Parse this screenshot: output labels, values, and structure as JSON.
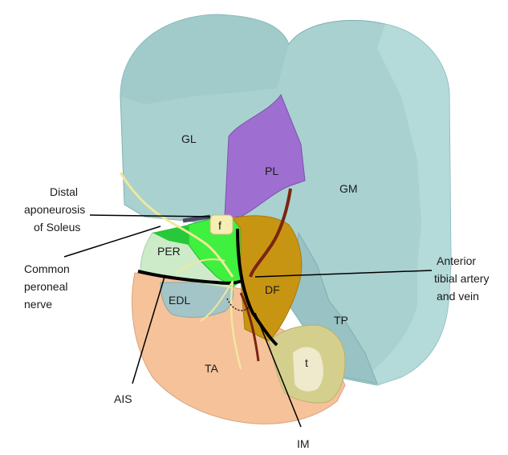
{
  "muscles": {
    "gl": "GL",
    "pl": "PL",
    "gm": "GM",
    "per": "PER",
    "f": "f",
    "df": "DF",
    "edl": "EDL",
    "tp": "TP",
    "ta": "TA",
    "t": "t"
  },
  "callouts": {
    "distal_aponeurosis": [
      "Distal",
      "aponeurosis",
      "of  Soleus"
    ],
    "common_peroneal": [
      "Common",
      "peroneal",
      "nerve"
    ],
    "anterior_tibial": [
      "Anterior",
      "tibial artery",
      "and vein"
    ],
    "ais": "AIS",
    "im": "IM"
  },
  "colors": {
    "back_block": "#a9d1d0",
    "back_block_dark": "#8fbcbc",
    "back_block_light": "#b9dedd",
    "pl": "#9e6fd0",
    "df": "#c89512",
    "per": "#cdebc9",
    "green": "#27c83a",
    "green_light": "#3ff03f",
    "edl": "#a4c5c8",
    "ta": "#f5c29a",
    "tp": "#98c2c4",
    "t": "#d5cf8e",
    "t_inner": "#eeeacb",
    "f": "#f6eeb2",
    "artery": "#7a2410",
    "nerve": "#f2e79a"
  }
}
